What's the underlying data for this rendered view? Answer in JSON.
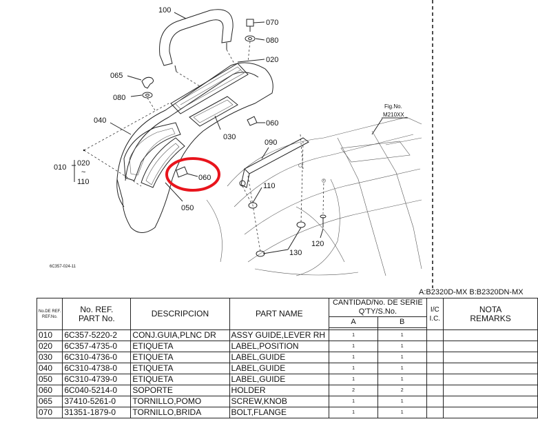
{
  "diagram": {
    "callouts": [
      "100",
      "070",
      "080",
      "020",
      "065",
      "080",
      "040",
      "060",
      "030",
      "090",
      "010",
      "020",
      "110",
      "060",
      "050",
      "110",
      "120",
      "130"
    ],
    "range_sep": "~",
    "fig_label": "Fig.No.",
    "fig_code": "M210XX",
    "drawing_code": "6C357-024-11",
    "highlight_color": "#e8141c"
  },
  "model_line": "A:B2320D-MX B:B2320DN-MX",
  "table": {
    "headers": {
      "ref_es": "No.DE REF.",
      "ref_en": "REF.No.",
      "part_es": "No. REF.",
      "part_en": "PART No.",
      "desc": "DESCRIPCION",
      "name": "PART NAME",
      "qty_es": "CANTIDAD/No. DE SERIE",
      "qty_en": "Q'TY/S.No.",
      "col_a": "A",
      "col_b": "B",
      "ic_es": "I/C",
      "ic_en": "I.C.",
      "note_es": "NOTA",
      "note_en": "REMARKS"
    },
    "rows": [
      {
        "ref": "010",
        "part": "6C357-5220-2",
        "desc": "CONJ.GUIA,PLNC DR",
        "name": "ASSY GUIDE,LEVER RH",
        "a": "1",
        "b": "1"
      },
      {
        "ref": "020",
        "part": "6C357-4735-0",
        "desc": "ETIQUETA",
        "name": "LABEL,POSITION",
        "a": "1",
        "b": "1"
      },
      {
        "ref": "030",
        "part": "6C310-4736-0",
        "desc": "ETIQUETA",
        "name": "LABEL,GUIDE",
        "a": "1",
        "b": "1"
      },
      {
        "ref": "040",
        "part": "6C310-4738-0",
        "desc": "ETIQUETA",
        "name": "LABEL,GUIDE",
        "a": "1",
        "b": "1"
      },
      {
        "ref": "050",
        "part": "6C310-4739-0",
        "desc": "ETIQUETA",
        "name": "LABEL,GUIDE",
        "a": "1",
        "b": "1"
      },
      {
        "ref": "060",
        "part": "6C040-5214-0",
        "desc": "SOPORTE",
        "name": "HOLDER",
        "a": "2",
        "b": "2"
      },
      {
        "ref": "065",
        "part": "37410-5261-0",
        "desc": "TORNILLO,POMO",
        "name": "SCREW,KNOB",
        "a": "1",
        "b": "1"
      },
      {
        "ref": "070",
        "part": "31351-1879-0",
        "desc": "TORNILLO,BRIDA",
        "name": "BOLT,FLANGE",
        "a": "1",
        "b": "1"
      }
    ]
  }
}
